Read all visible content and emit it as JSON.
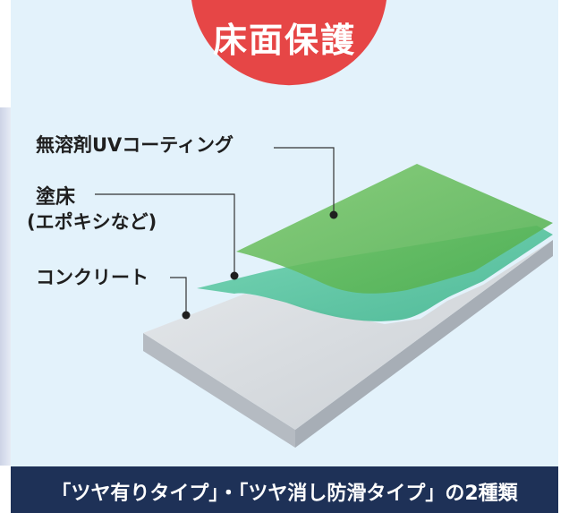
{
  "title": "床面保護",
  "layers": [
    {
      "id": "uv",
      "lines": [
        "無溶剤UVコーティング"
      ]
    },
    {
      "id": "toko",
      "lines": [
        "塗床",
        "(エポキシなど)"
      ]
    },
    {
      "id": "concrete",
      "lines": [
        "コンクリート"
      ]
    }
  ],
  "footer": "「ツヤ有りタイプ」・「ツヤ消し防滑タイプ」の2種類",
  "colors": {
    "panel_bg": "#e3f2fb",
    "title_circle": "#e64646",
    "uv_layer": "#5fb95a",
    "floor_layer": "#5fc8a4",
    "concrete_layer": "#d6dadd",
    "footer_bg": "#1e3157"
  }
}
